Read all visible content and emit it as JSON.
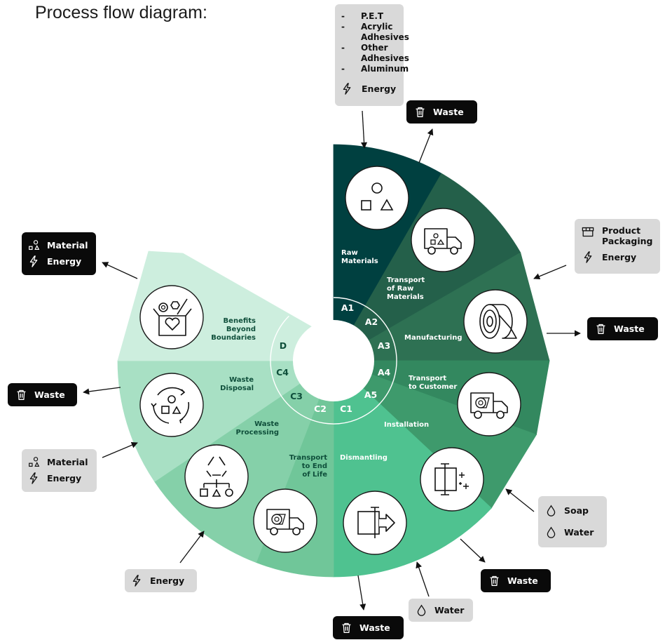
{
  "title": "Process flow diagram:",
  "stages": [
    {
      "code": "A1",
      "label": [
        "Raw",
        "Materials"
      ],
      "color": "#004040",
      "icon": "shapes-icon"
    },
    {
      "code": "A2",
      "label": [
        "Transport",
        "of Raw",
        "Materials"
      ],
      "color": "#24604a",
      "icon": "truck-shapes-icon"
    },
    {
      "code": "A3",
      "label": [
        "Manufacturing"
      ],
      "color": "#2e7153",
      "icon": "roll-icon"
    },
    {
      "code": "A4",
      "label": [
        "Transport",
        "to Customer"
      ],
      "color": "#33885f",
      "icon": "truck-roll-icon"
    },
    {
      "code": "A5",
      "label": [
        "Installation"
      ],
      "color": "#3e9a6c",
      "icon": "install-icon"
    },
    {
      "code": "C1",
      "label": [
        "Dismantling"
      ],
      "color": "#4fc290",
      "icon": "dismantle-icon"
    },
    {
      "code": "C2",
      "label": [
        "Transport",
        "to End",
        "of Life"
      ],
      "color": "#70c699",
      "icon": "truck-roll-icon"
    },
    {
      "code": "C3",
      "label": [
        "Waste",
        "Processing"
      ],
      "color": "#85d0a9",
      "icon": "recycle-sort-icon"
    },
    {
      "code": "C4",
      "label": [
        "Waste",
        "Disposal"
      ],
      "color": "#a8e0c4",
      "icon": "cycle-shapes-icon"
    },
    {
      "code": "D",
      "label": [
        "Benefits",
        "Beyond",
        "Boundaries"
      ],
      "color": "#cdeede",
      "icon": "box-heart-icon"
    }
  ],
  "boxes": {
    "raw_inputs": {
      "items": [
        "P.E.T",
        "Acrylic Adhesives",
        "Other Adhesives",
        "Aluminum"
      ],
      "energy": "Energy"
    },
    "waste_a1": "Waste",
    "manufacturing_inputs": {
      "product_packaging": "Product Packaging",
      "energy": "Energy"
    },
    "waste_a3": "Waste",
    "installation_inputs": {
      "soap": "Soap",
      "water": "Water"
    },
    "waste_a5": "Waste",
    "dismantling_water": "Water",
    "waste_c1": "Waste",
    "transport_energy": "Energy",
    "processing_inputs": {
      "material": "Material",
      "energy": "Energy"
    },
    "waste_c4": "Waste",
    "benefit_outputs": {
      "material": "Material",
      "energy": "Energy"
    }
  }
}
